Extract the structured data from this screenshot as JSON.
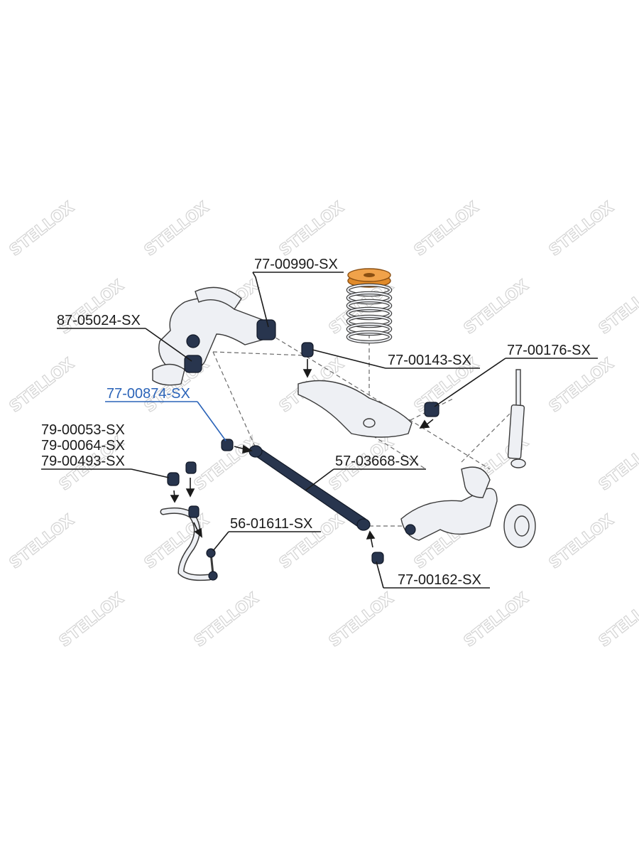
{
  "watermark": {
    "brand": "STELLOX"
  },
  "callouts": [
    {
      "id": "c1",
      "code": "77-00990-SX",
      "highlight": false
    },
    {
      "id": "c2",
      "code": "87-05024-SX",
      "highlight": false
    },
    {
      "id": "c3",
      "code": "77-00143-SX",
      "highlight": false
    },
    {
      "id": "c4",
      "code": "77-00176-SX",
      "highlight": false
    },
    {
      "id": "c5",
      "code": "77-00874-SX",
      "highlight": true
    },
    {
      "id": "c6",
      "code": "79-00053-SX",
      "highlight": false
    },
    {
      "id": "c7",
      "code": "79-00064-SX",
      "highlight": false
    },
    {
      "id": "c8",
      "code": "79-00493-SX",
      "highlight": false
    },
    {
      "id": "c9",
      "code": "57-03668-SX",
      "highlight": false
    },
    {
      "id": "c10",
      "code": "56-01611-SX",
      "highlight": false
    },
    {
      "id": "c11",
      "code": "77-00162-SX",
      "highlight": false
    }
  ],
  "colors": {
    "label": "#1a1a1a",
    "highlight": "#2a63b8",
    "spring_pad": "#e08a2a",
    "bushing": "#28354e"
  }
}
